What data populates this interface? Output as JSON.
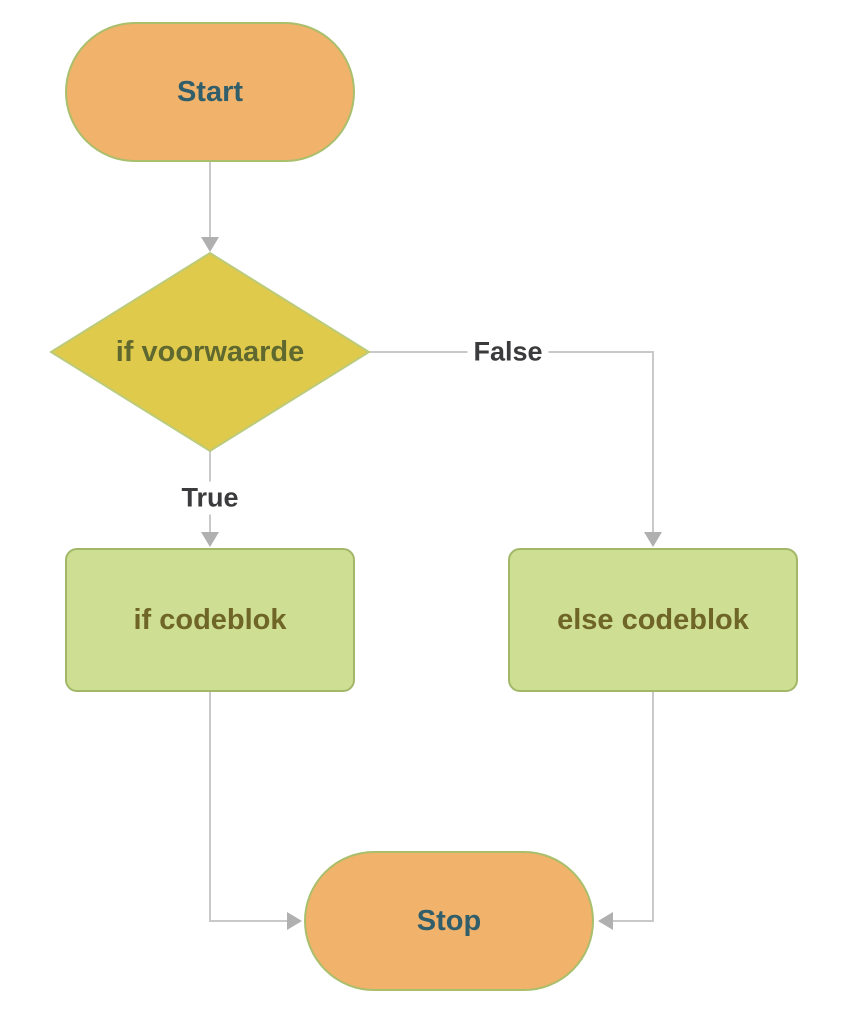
{
  "nodes": {
    "start": {
      "label": "Start",
      "shape": "terminator"
    },
    "condition": {
      "label": "if voorwaarde",
      "shape": "decision"
    },
    "if_block": {
      "label": "if codeblok",
      "shape": "process"
    },
    "else_block": {
      "label": "else codeblok",
      "shape": "process"
    },
    "stop": {
      "label": "Stop",
      "shape": "terminator"
    }
  },
  "edge_labels": {
    "true_branch": "True",
    "false_branch": "False"
  },
  "colors": {
    "terminator_fill": "#f1b26b",
    "terminator_border": "#a9bf6c",
    "terminator_text": "#315e6b",
    "decision_fill": "#e0ca4c",
    "decision_border": "#bccb7a",
    "decision_text": "#5f682e",
    "process_fill": "#cede92",
    "process_border": "#a2b768",
    "process_text": "#6e6527",
    "edge_label_text": "#3b3b3d",
    "connector_line": "#c9c9c9",
    "connector_arrow": "#b0b0b0"
  }
}
